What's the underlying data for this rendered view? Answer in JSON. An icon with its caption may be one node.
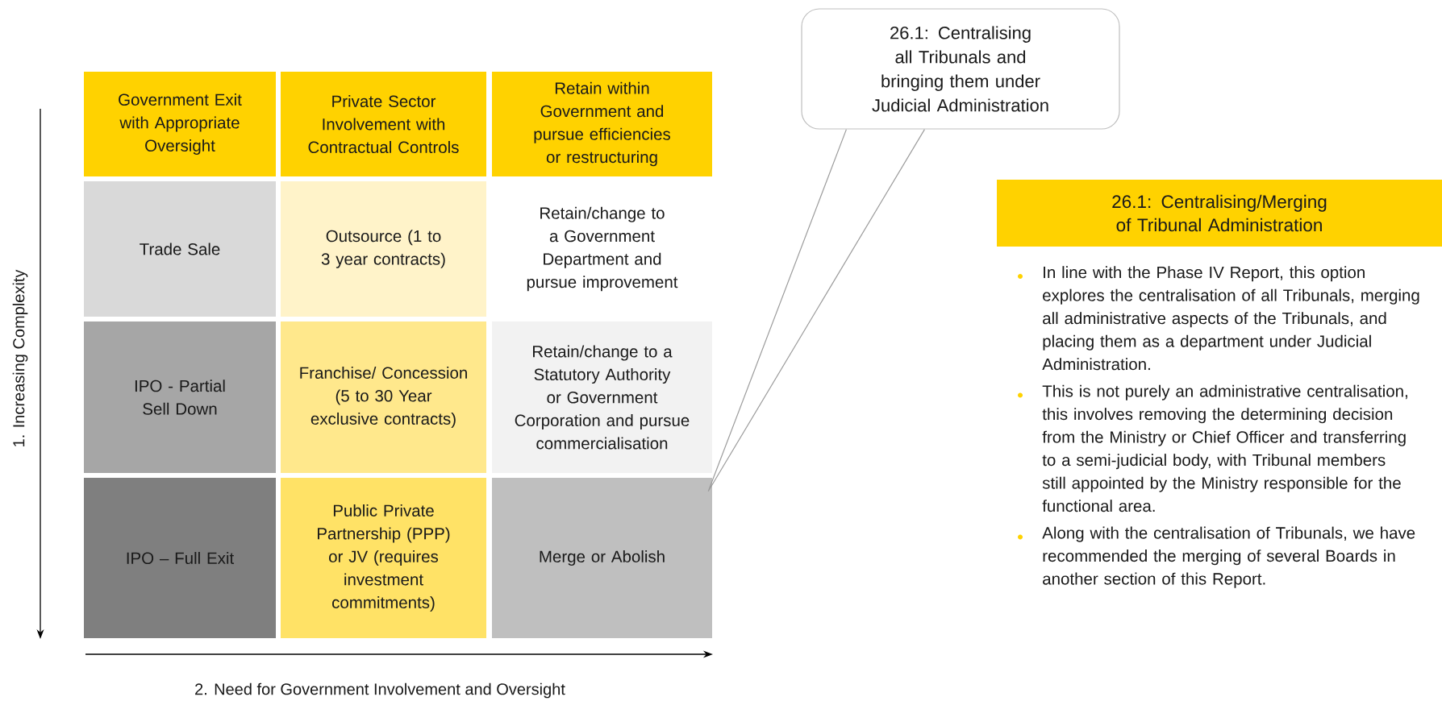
{
  "diagram": {
    "nodes": [
      {
        "text": [
          "Government Exit with Appropriate Oversight"
        ]
      },
      {
        "text": [
          "Private Sector Involvement with Contractual Controls"
        ]
      },
      {
        "text": [
          "Retain within Government and pursue efficiencies or restructuring"
        ]
      },
      {
        "text": [
          "Trade Sale"
        ]
      },
      {
        "text": [
          "Outsource (1 to 3 year contracts)"
        ]
      },
      {
        "text": [
          "Retain/change to a Government Department and pursue improvement"
        ]
      },
      {
        "text": [
          "IPO - Partial Sell Down"
        ]
      },
      {
        "text": [
          "Franchise/ Concession (5 to 30 Year exclusive contracts)"
        ]
      },
      {
        "text": [
          "Retain/change to a Statutory Authority or Government Corporation and pursue commercialisation"
        ]
      },
      {
        "text": [
          "IPO – Full Exit"
        ]
      },
      {
        "text": [
          "Public Private Partnership (PPP) or JV (requires investment commitments)"
        ]
      },
      {
        "text": [
          "Merge or Abolish"
        ]
      },
      {
        "text": [
          "26.1: Centralising all Tribunals and bringing them under Judicial Administration"
        ]
      },
      {
        "text": [
          "26.1: Centralising/Merging of Tribunal Administration"
        ]
      }
    ],
    "edges": [
      {
        "from": 12,
        "to": 11,
        "arrow": "none"
      }
    ],
    "labels": [
      "1. Increasing Complexity",
      "2. Need for Government Involvement and Oversight",
      "In line with the Phase IV Report, this option explores the centralisation of all Tribunals, merging all administrative aspects of the Tribunals, and placing them as a department under Judicial Administration.",
      "This is not purely an administrative centralisation, this involves removing the determining decision from the Ministry or Chief Officer and transferring to a semi-judicial body, with Tribunal members still appointed by the Ministry responsible for the functional area.",
      "Along with the centralisation of Tribunals, we have recommended the merging of several Boards in another section of this Report."
    ]
  }
}
